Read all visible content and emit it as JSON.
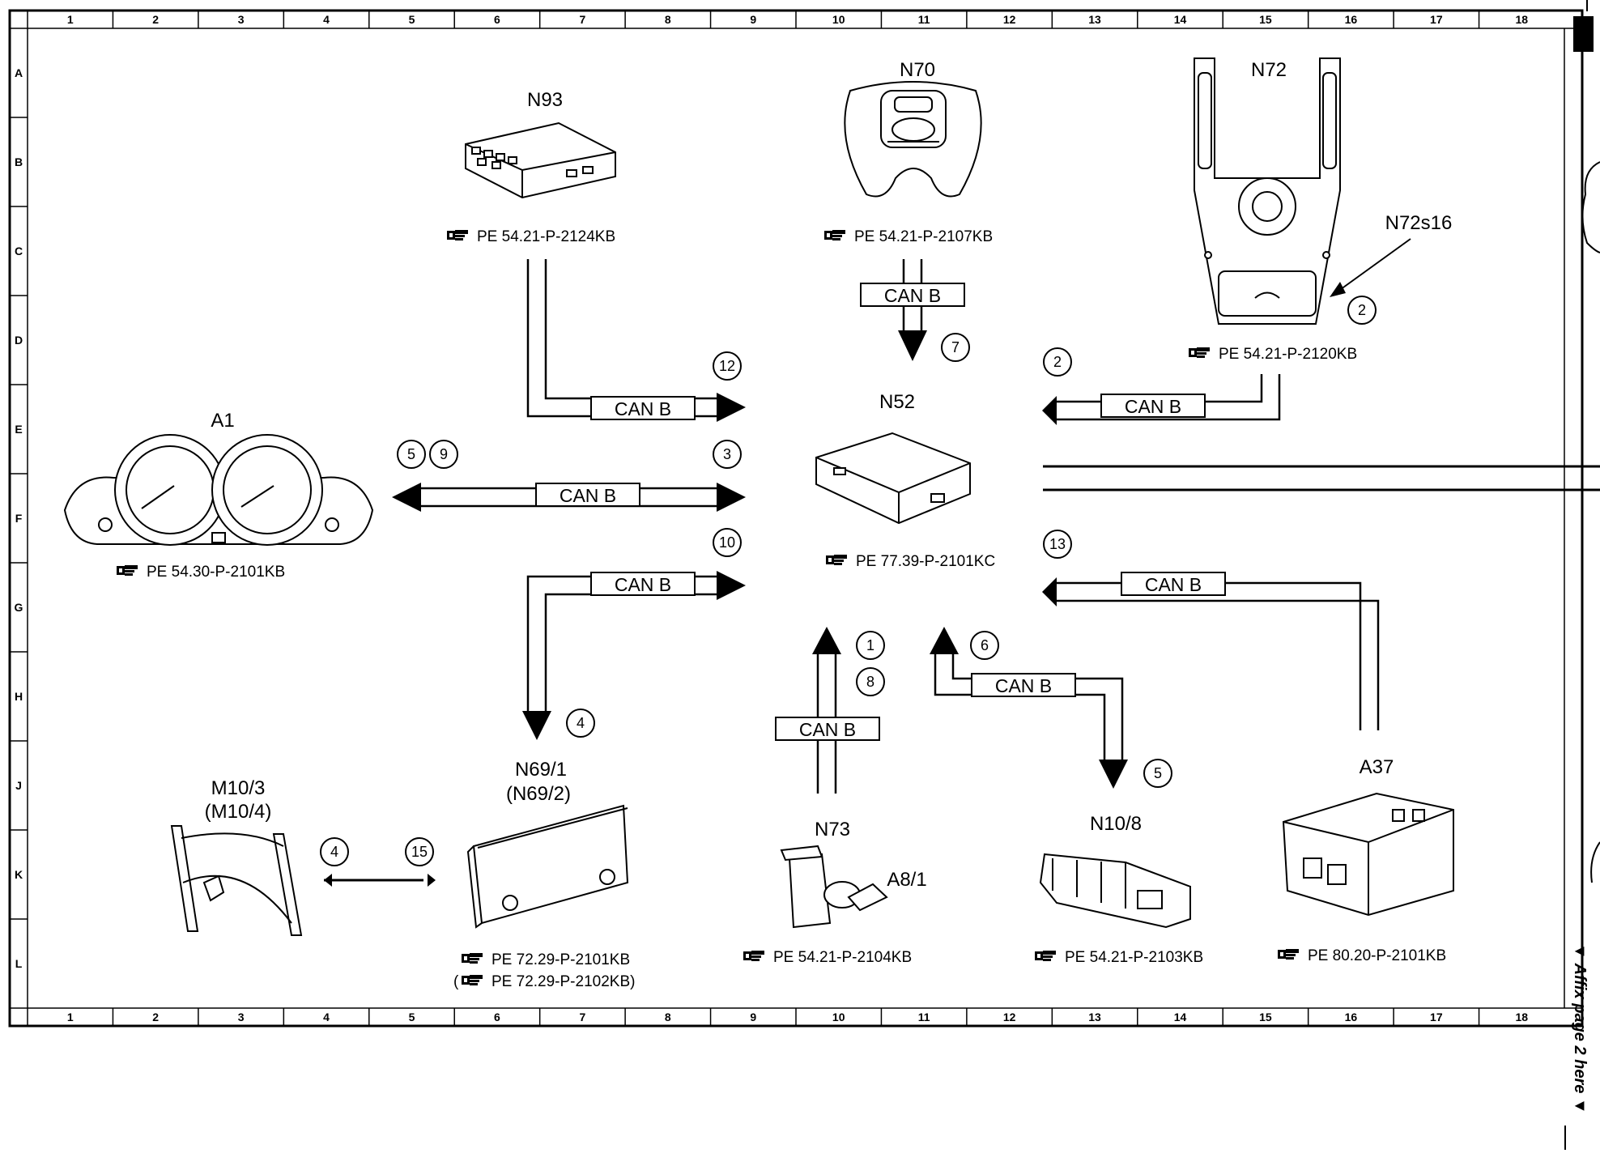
{
  "grid": {
    "columns": [
      "1",
      "2",
      "3",
      "4",
      "5",
      "6",
      "7",
      "8",
      "9",
      "10",
      "11",
      "12",
      "13",
      "14",
      "15",
      "16",
      "17",
      "18"
    ],
    "rows": [
      "A",
      "B",
      "C",
      "D",
      "E",
      "F",
      "G",
      "H",
      "J",
      "K",
      "L"
    ]
  },
  "can_label": "CAN B",
  "affix_note": "▼ Affix page 2 here ▼",
  "components": {
    "N93": {
      "name": "N93",
      "ref": "PE 54.21-P-2124KB"
    },
    "N70": {
      "name": "N70",
      "ref": "PE 54.21-P-2107KB"
    },
    "N72": {
      "name": "N72",
      "ref": "PE 54.21-P-2120KB",
      "sub": "N72s16"
    },
    "A1": {
      "name": "A1",
      "ref": "PE 54.30-P-2101KB"
    },
    "N52": {
      "name": "N52",
      "ref": "PE 77.39-P-2101KC"
    },
    "N69": {
      "name": "N69/1",
      "alt": "(N69/2)",
      "ref": "PE 72.29-P-2101KB",
      "ref2": "PE 72.29-P-2102KB"
    },
    "M10": {
      "name": "M10/3",
      "alt": "(M10/4)"
    },
    "N73": {
      "name": "N73",
      "ref": "PE 54.21-P-2104KB",
      "sub": "A8/1"
    },
    "N10": {
      "name": "N10/8",
      "ref": "PE 54.21-P-2103KB"
    },
    "A37": {
      "name": "A37",
      "ref": "PE 80.20-P-2101KB"
    }
  },
  "markers": {
    "m12": "12",
    "m3": "3",
    "m5a": "5",
    "m9": "9",
    "m10": "10",
    "m4a": "4",
    "m7": "7",
    "m2a": "2",
    "m2b": "2",
    "m13": "13",
    "m1": "1",
    "m8": "8",
    "m6": "6",
    "m5b": "5",
    "m4b": "4",
    "m15": "15"
  }
}
